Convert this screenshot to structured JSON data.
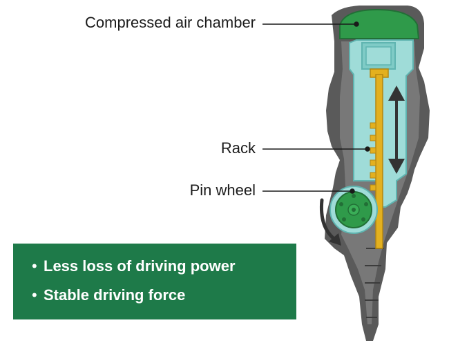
{
  "labels": {
    "compressed_air_chamber": "Compressed air chamber",
    "rack": "Rack",
    "pin_wheel": "Pin wheel"
  },
  "benefits": [
    "Less loss of driving power",
    "Stable driving force"
  ],
  "colors": {
    "body_gray": "#5a5a5a",
    "dark_gray": "#3c3c3c",
    "cyan": "#9fdcd8",
    "cyan_edge": "#5fb4b0",
    "green": "#2f9a4a",
    "gold": "#e3b01f",
    "box_green": "#1e7a49",
    "arrow": "#333333"
  },
  "icons": [
    "bullet-dot",
    "double-arrow-icon",
    "rotation-arrow-icon"
  ]
}
